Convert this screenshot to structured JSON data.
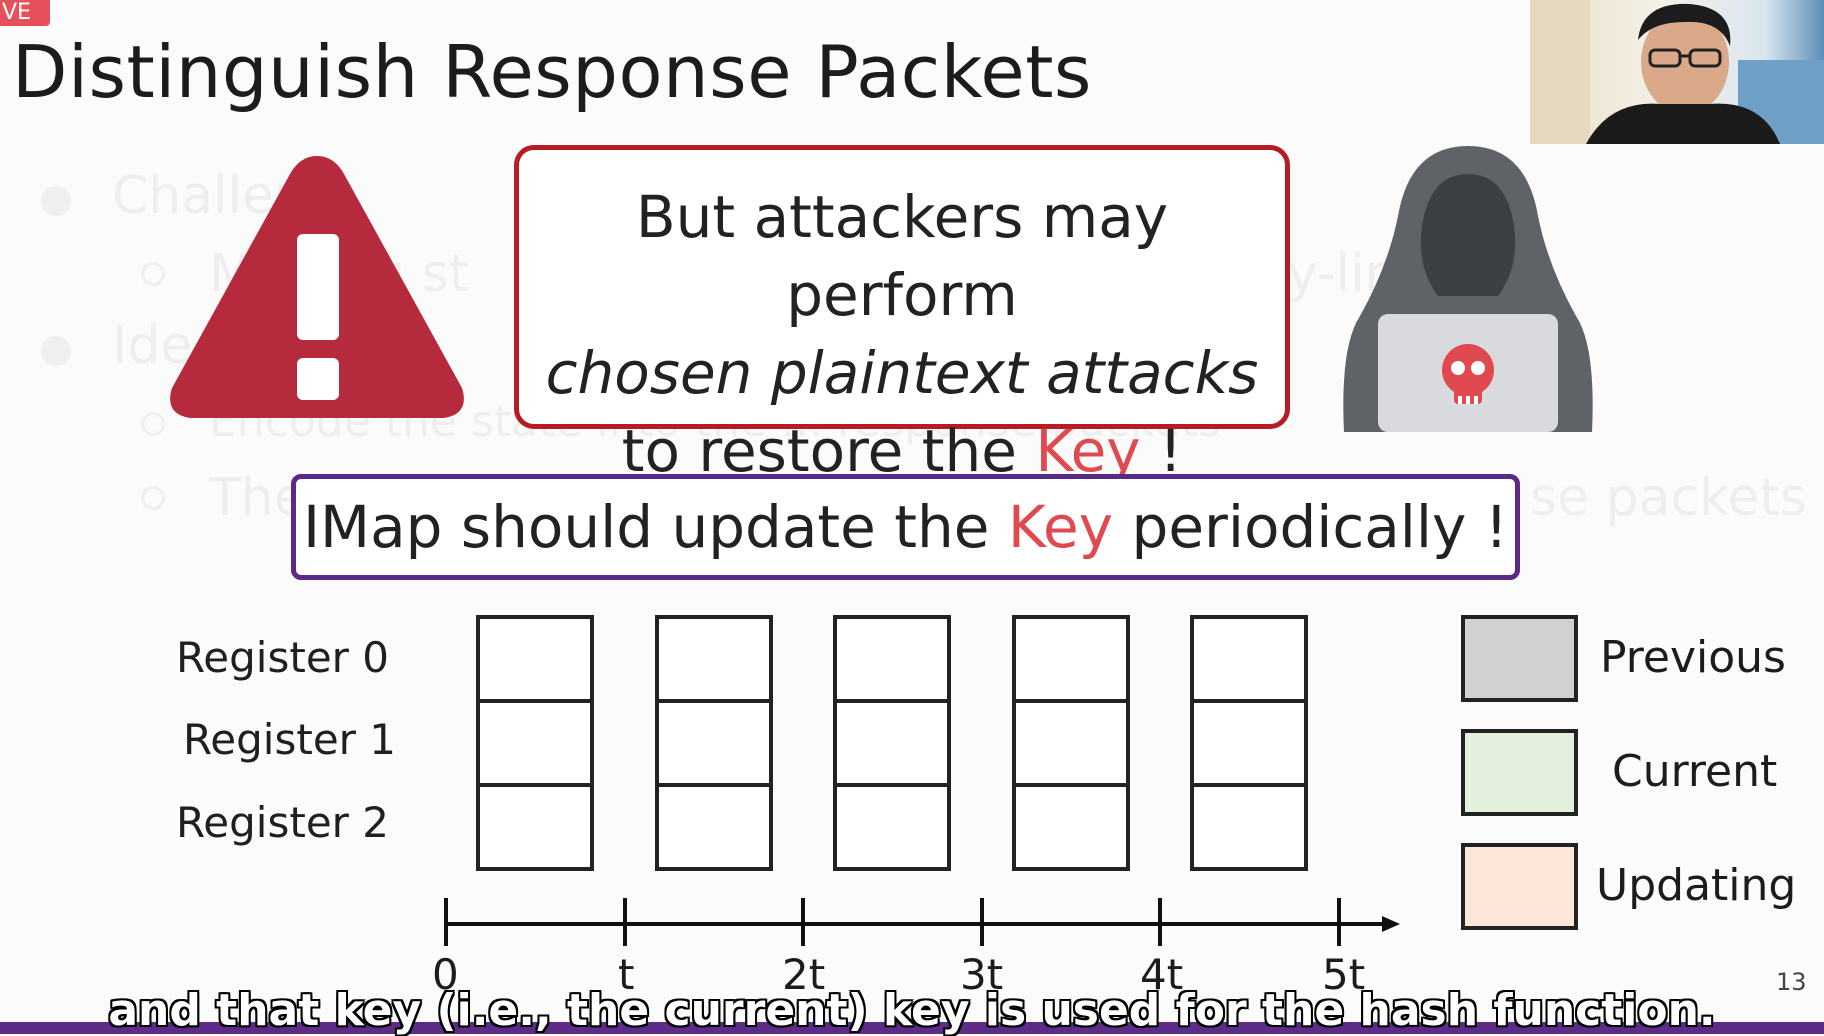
{
  "badge": {
    "text": "VE"
  },
  "slide": {
    "title": "Distinguish Response Packets",
    "page_number": "13"
  },
  "background_faded": {
    "bullet1": "Challen",
    "bullet1_sub": "M   ta  ng st",
    "bullet1_sub_tail": "y-lin  SICs",
    "bullet2": "Ide      kio",
    "bullet2_sub1": "Encode the state into the ... response packets",
    "bullet2_sub2_head": "The",
    "bullet2_sub2_tail": "se packets"
  },
  "callout": {
    "line1": "But attackers may perform",
    "line2": "chosen plaintext attacks",
    "line3_prefix": "to restore the ",
    "line3_key": "Key",
    "line3_suffix": " !"
  },
  "banner": {
    "prefix": "IMap should update the ",
    "key": "Key",
    "suffix": " periodically !"
  },
  "registers": {
    "labels": [
      "Register 0",
      "Register 1",
      "Register 2"
    ]
  },
  "timeline": {
    "ticks": [
      "0",
      "t",
      "2t",
      "3t",
      "4t",
      "5t"
    ]
  },
  "legend": {
    "items": [
      {
        "label": "Previous",
        "color": "#d1d1d1"
      },
      {
        "label": "Current",
        "color": "#e2f0dd"
      },
      {
        "label": "Updating",
        "color": "#fbe6d8"
      }
    ]
  },
  "icons": {
    "warning": "warning-triangle-icon",
    "hacker": "hooded-hacker-icon",
    "skull": "skull-icon"
  },
  "colors": {
    "accent": "#e0494f",
    "warning": "#b52a3c",
    "callout_border": "#b71c24",
    "banner_border": "#5b2a86"
  },
  "caption": {
    "text": "and that key (i.e., the current) key is used for the hash function."
  }
}
